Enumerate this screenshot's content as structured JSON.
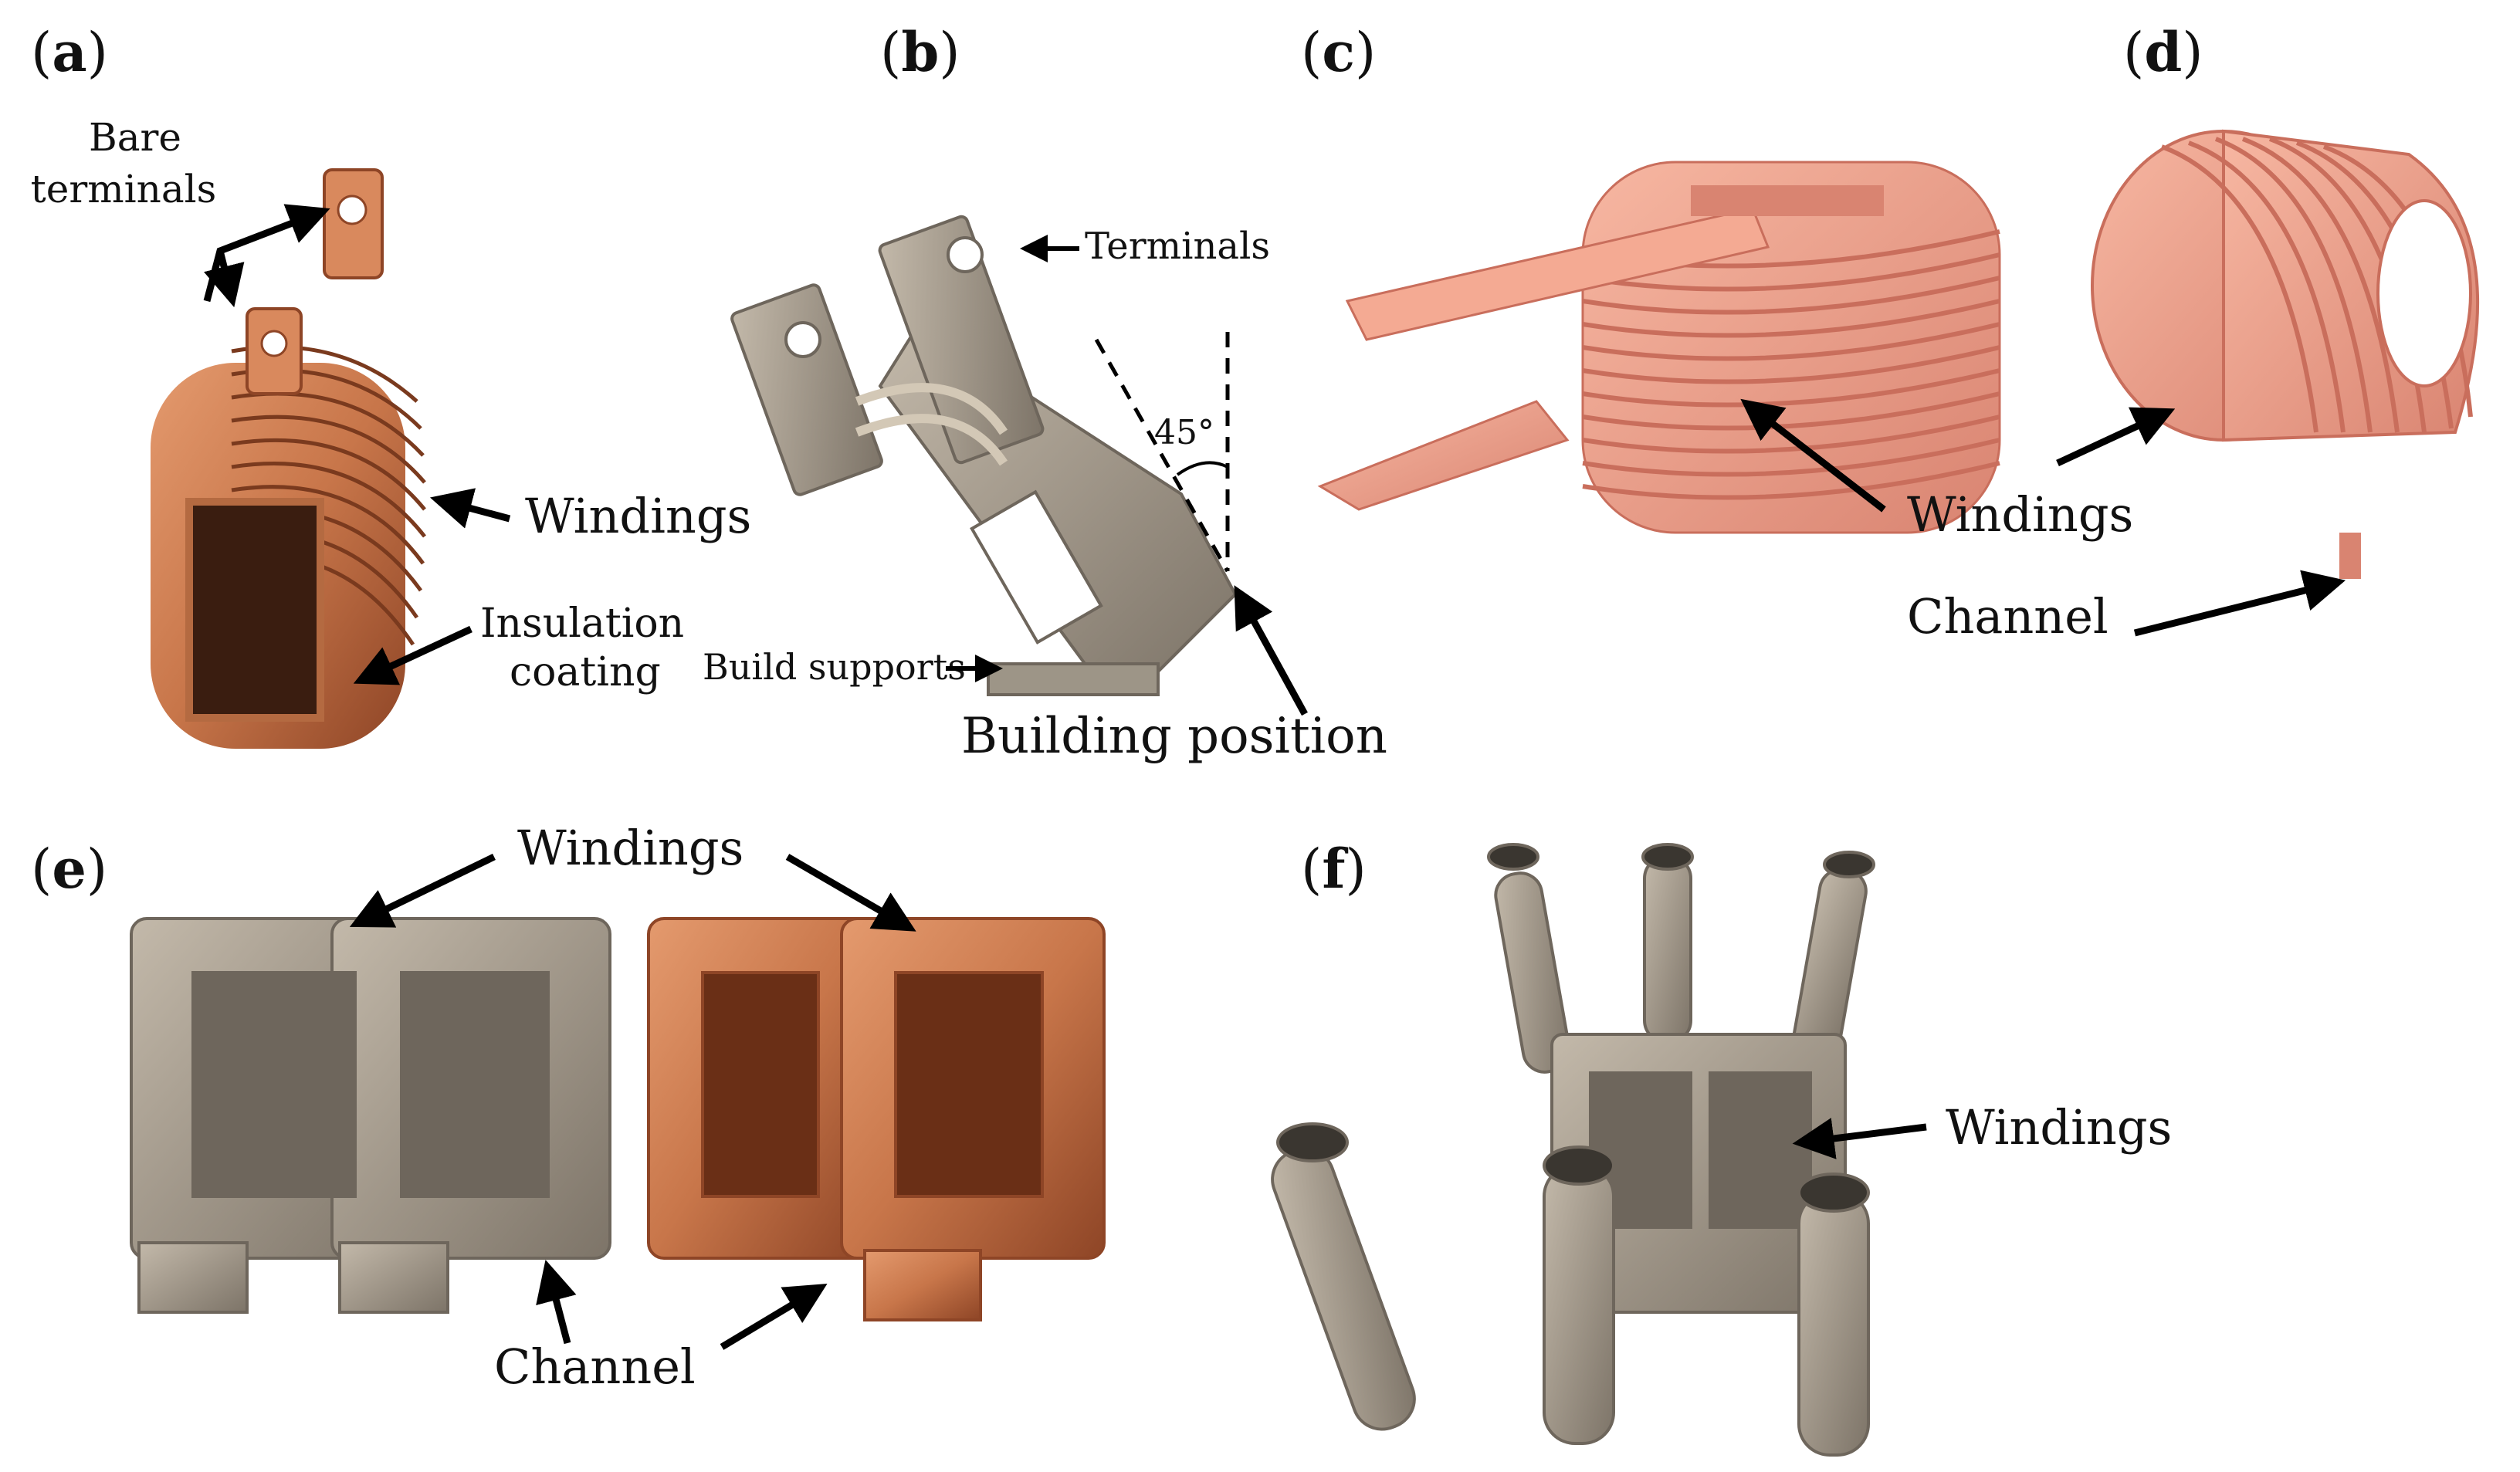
{
  "figure": {
    "panels": [
      {
        "letter": "a"
      },
      {
        "letter": "b"
      },
      {
        "letter": "c"
      },
      {
        "letter": "d"
      },
      {
        "letter": "e"
      },
      {
        "letter": "f"
      }
    ],
    "annotations": {
      "a_bare_terminals_1": "Bare",
      "a_bare_terminals_2": "terminals",
      "a_windings": "Windings",
      "a_insulation_1": "Insulation",
      "a_insulation_2": "coating",
      "b_terminals": "Terminals",
      "b_angle": "45°",
      "b_build_supports": "Build supports",
      "b_building_position": "Building position",
      "c_windings": "Windings",
      "d_channel": "Channel",
      "e_windings": "Windings",
      "e_channel": "Channel",
      "f_windings": "Windings"
    },
    "colors": {
      "copper": "#c8764a",
      "copper_dark": "#8e4526",
      "pink_copper": "#eea089",
      "pink_dark": "#c96e5c",
      "grey_metal": "#a59a8b",
      "grey_dark": "#6e665c"
    }
  }
}
